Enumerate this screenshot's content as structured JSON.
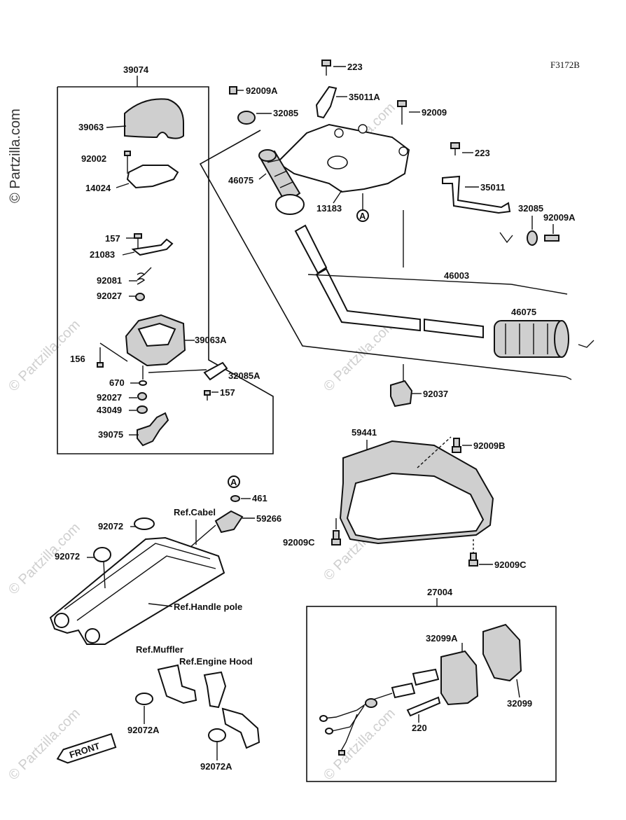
{
  "figure_code": "F3172B",
  "watermark": "© Partzilla.com",
  "front_arrow": "FRONT",
  "callouts": {
    "c39074": "39074",
    "c39063": "39063",
    "c92002": "92002",
    "c14024": "14024",
    "c157a": "157",
    "c21083": "21083",
    "c92081": "92081",
    "c92027a": "92027",
    "c39063A": "39063A",
    "c156": "156",
    "c32085A": "32085A",
    "c670": "670",
    "c157b": "157",
    "c92027b": "92027",
    "c43049": "43049",
    "c39075": "39075",
    "c223a": "223",
    "c92009Aa": "92009A",
    "c35011A": "35011A",
    "c32085a": "32085",
    "c92009a": "92009",
    "c46075a": "46075",
    "c13183": "13183",
    "c223b": "223",
    "c35011": "35011",
    "c32085b": "32085",
    "c92009Ab": "92009A",
    "c46003": "46003",
    "c46075b": "46075",
    "c92037": "92037",
    "c59441": "59441",
    "c92009B": "92009B",
    "c92009Ca": "92009C",
    "c92009Cb": "92009C",
    "c461": "461",
    "c59266": "59266",
    "cRefCabel": "Ref.Cabel",
    "c92072a": "92072",
    "c92072b": "92072",
    "cRefHandle": "Ref.Handle pole",
    "cRefMuffler": "Ref.Muffler",
    "cRefEngine": "Ref.Engine Hood",
    "c92072Aa": "92072A",
    "c92072Ab": "92072A",
    "c27004": "27004",
    "c32099A": "32099A",
    "c32099": "32099",
    "c220": "220",
    "refA1": "A",
    "refA2": "A"
  }
}
